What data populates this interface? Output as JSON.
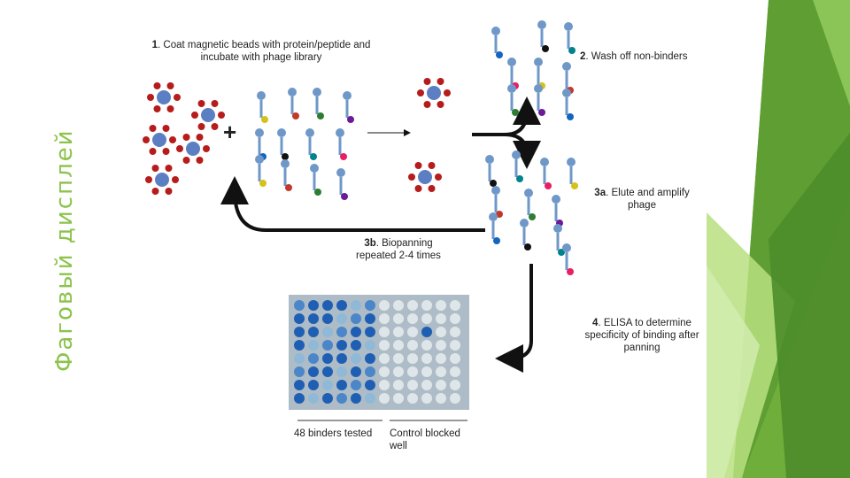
{
  "slide_title": "Фаговый дисплей",
  "steps": {
    "s1_num": "1",
    "s1_text": ". Coat magnetic beads with protein/peptide and incubate with phage library",
    "s2_num": "2",
    "s2_text": ". Wash off non-binders",
    "s3a_num": "3a",
    "s3a_text": ". Elute and amplify phage",
    "s3b_num": "3b",
    "s3b_text": ". Biopanning repeated 2-4 times",
    "s4_num": "4",
    "s4_text": ". ELISA to determine specificity of binding after panning"
  },
  "plus_sign": "+",
  "plate_labels": {
    "left": "48 binders tested",
    "right": "Control blocked well"
  },
  "colors": {
    "title_green": "#8bc34a",
    "deco_green_dark": "#4c8c2a",
    "deco_green_light": "#a6d66a",
    "bead_red": "#b71c1c",
    "bead_blue": "#5c7fc4",
    "phage_blue": "#6f98c8",
    "elisa_blue": "#1e5fb3"
  }
}
